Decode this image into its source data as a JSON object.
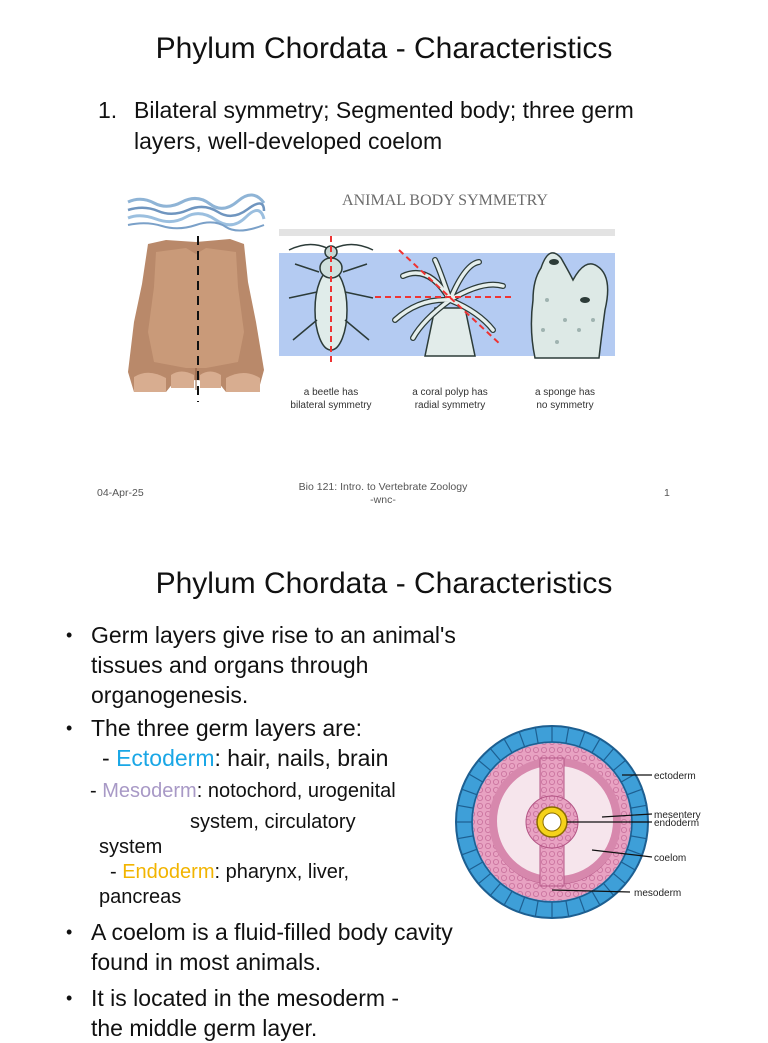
{
  "slide1": {
    "title": "Phylum Chordata - Characteristics",
    "item_number": "1.",
    "item_text": "Bilateral symmetry; Segmented body; three germ layers, well-developed coelom",
    "figure": {
      "title": "ANIMAL BODY SYMMETRY",
      "beetle_caption_1": "a beetle has",
      "beetle_caption_2": "bilateral symmetry",
      "coral_caption_1": "a coral polyp has",
      "coral_caption_2": "radial symmetry",
      "sponge_caption_1": "a sponge has",
      "sponge_caption_2": "no symmetry"
    },
    "footer": {
      "date": "04-Apr-25",
      "course_line1": "Bio 121: Intro. to Vertebrate Zoology",
      "course_line2": "-wnc-",
      "page": "1"
    }
  },
  "slide2": {
    "title": "Phylum Chordata - Characteristics",
    "bullet1": "Germ layers give rise to an animal's tissues and organs through organogenesis.",
    "bullet2": "The three germ layers are:",
    "ecto_dash": "- ",
    "ecto_term": "Ectoderm",
    "ecto_desc": ": hair, nails, brain",
    "meso_dash": "- ",
    "meso_term": "Mesoderm",
    "meso_desc": ": notochord, urogenital",
    "meso_line2": "system, circulatory",
    "meso_line3": "system",
    "endo_dash": "- ",
    "endo_term": "Endoderm",
    "endo_desc": ": pharynx, liver,",
    "endo_line2": "pancreas",
    "bullet3": "A coelom is a fluid-filled body cavity found in most animals.",
    "bullet4_line1": "It is located in the mesoderm  -",
    "bullet4_line2": "the middle germ layer.",
    "diagram": {
      "label_ectoderm": "ectoderm",
      "label_mesentery": "mesentery",
      "label_endoderm": "endoderm",
      "label_coelom": "coelom",
      "label_mesoderm": "mesoderm"
    },
    "colors": {
      "ectoderm": "#1aa7e6",
      "mesoderm": "#a899c6",
      "endoderm": "#f2b400"
    }
  }
}
